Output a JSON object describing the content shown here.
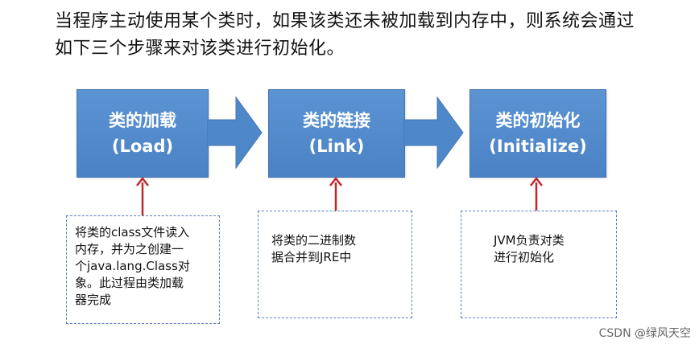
{
  "intro": {
    "line1": "当程序主动使用某个类时，如果该类还未被加载到内存中，则系统会通过",
    "line2": "如下三个步骤来对该类进行初始化。"
  },
  "steps": [
    {
      "title": "类的加载",
      "subtitle": "(Load)"
    },
    {
      "title": "类的链接",
      "subtitle": "(Link)"
    },
    {
      "title": "类的初始化",
      "subtitle": "(Initialize)"
    }
  ],
  "notes": [
    {
      "lines": [
        "将类的class文件读入",
        "内存，并为之创建一",
        "个java.lang.Class对",
        "象。此过程由类加载",
        "器完成"
      ]
    },
    {
      "lines": [
        "将类的二进制数",
        "据合并到JRE中"
      ]
    },
    {
      "lines": [
        "JVM负责对类",
        "进行初始化"
      ]
    }
  ],
  "watermark": "CSDN @绿风天空",
  "colors": {
    "box": "#4f88c9",
    "arrow": "#4f88c9",
    "pointer": "#c0272d",
    "note_border": "#5b7fb8"
  }
}
